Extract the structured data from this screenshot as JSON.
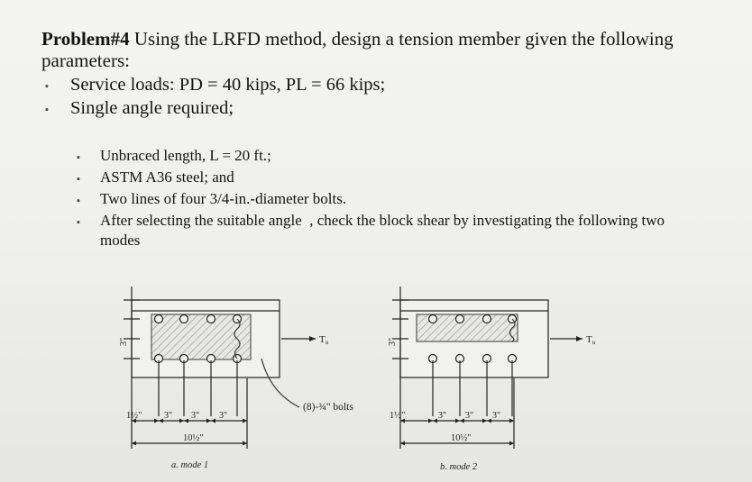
{
  "problem": {
    "label": "Problem#4",
    "intro": " Using the LRFD method, design a tension member given the following",
    "intro_cont": "parameters:"
  },
  "primary_bullets": [
    "Service loads: PD = 40 kips, PL = 66 kips;",
    "Single angle required;"
  ],
  "secondary_bullets": [
    "Unbraced length, L = 20 ft.;",
    "ASTM A36 steel; and",
    "Two lines of four 3/4-in.-diameter bolts.",
    "After selecting the suitable angle  , check the block shear by investigating the following two modes"
  ],
  "figure": {
    "force_label": "T",
    "force_sub": "u",
    "bolts_label": "(8)-¾\" bolts",
    "gage": "3\"",
    "edge": "1½\"",
    "spacing": "3\"",
    "total": "10½\"",
    "mode_a": "a. mode 1",
    "mode_b": "b. mode 2"
  }
}
